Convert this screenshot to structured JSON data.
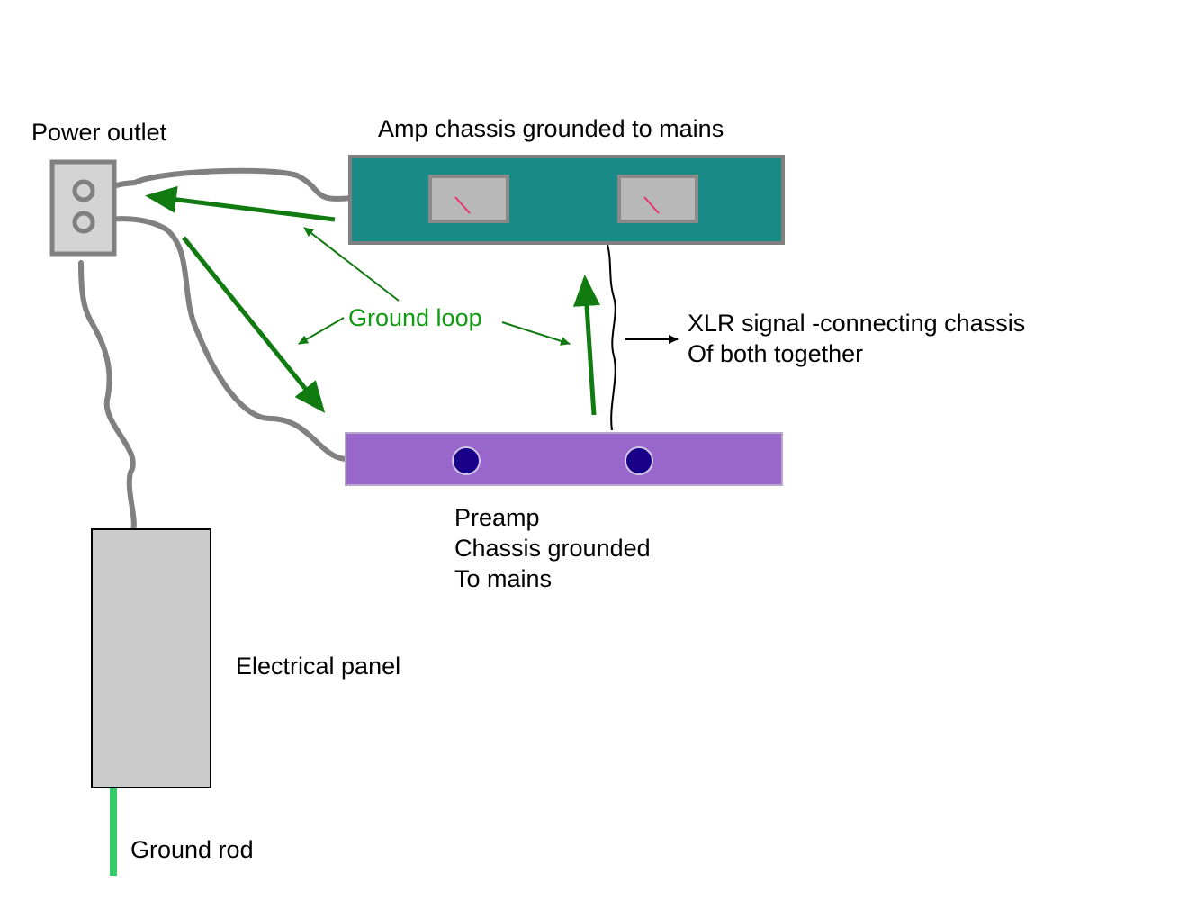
{
  "labels": {
    "power_outlet": "Power outlet",
    "amp": "Amp chassis grounded to mains",
    "ground_loop": "Ground loop",
    "xlr_line1": "XLR signal -connecting chassis",
    "xlr_line2": "Of both together",
    "preamp_line1": "Preamp",
    "preamp_line2": "Chassis grounded",
    "preamp_line3": "To mains",
    "panel": "Electrical panel",
    "ground_rod": "Ground rod"
  },
  "colors": {
    "wire": "#808080",
    "outlet_fill": "#d4d4d4",
    "amp_fill": "#1a8a87",
    "meter_fill": "#b8b8b8",
    "meter_needle": "#e6336b",
    "preamp_fill": "#9966cc",
    "preamp_knob": "#1a0088",
    "panel_fill": "#cccccc",
    "loop_arrow": "#117a11",
    "loop_text": "#119911",
    "ground_rod": "#33cc66"
  }
}
